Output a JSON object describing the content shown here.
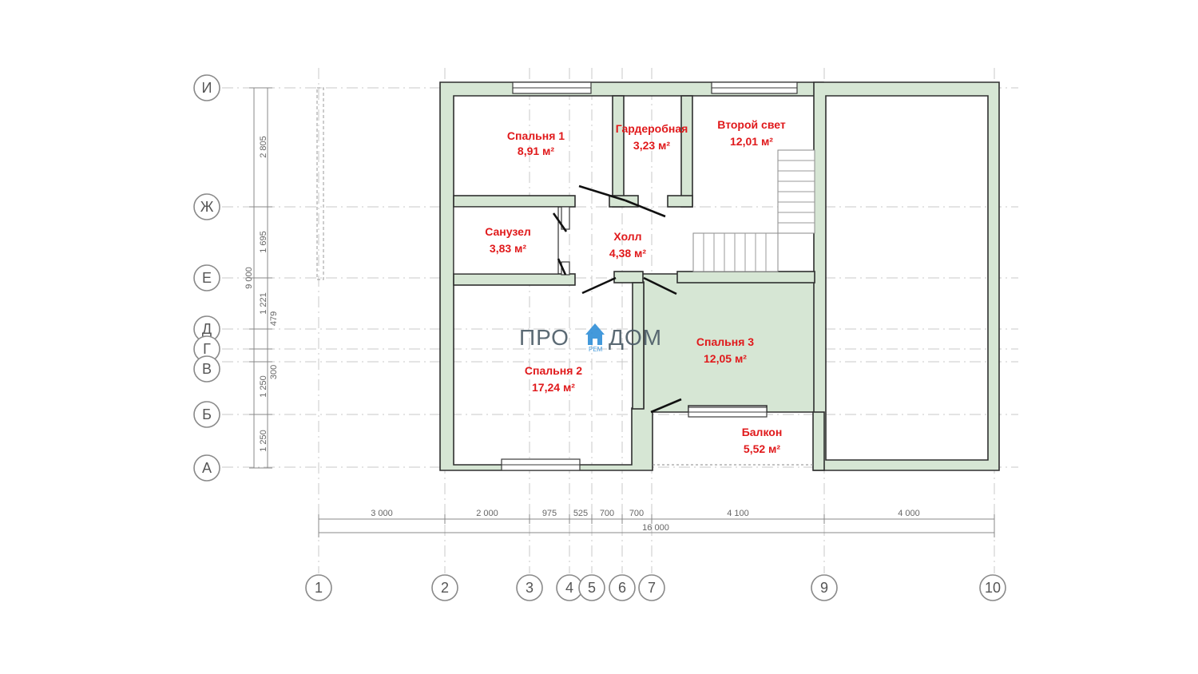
{
  "grid": {
    "rows": [
      {
        "label": "И"
      },
      {
        "label": "Ж"
      },
      {
        "label": "Е"
      },
      {
        "label": "Д"
      },
      {
        "label": "Г"
      },
      {
        "label": "В"
      },
      {
        "label": "Б"
      },
      {
        "label": "А"
      }
    ],
    "columns": [
      {
        "label": "1"
      },
      {
        "label": "2"
      },
      {
        "label": "3"
      },
      {
        "label": "4"
      },
      {
        "label": "5"
      },
      {
        "label": "6"
      },
      {
        "label": "7"
      },
      {
        "label": "9"
      },
      {
        "label": "10"
      }
    ]
  },
  "rooms": [
    {
      "name": "Спальня 1",
      "area": "8,91 м²"
    },
    {
      "name": "Гардеробная",
      "area": "3,23 м²"
    },
    {
      "name": "Второй свет",
      "area": "12,01 м²"
    },
    {
      "name": "Санузел",
      "area": "3,83 м²"
    },
    {
      "name": "Холл",
      "area": "4,38 м²"
    },
    {
      "name": "Спальня 3",
      "area": "12,05 м²"
    },
    {
      "name": "Спальня 2",
      "area": "17,24 м²"
    },
    {
      "name": "Балкон",
      "area": "5,52 м²"
    }
  ],
  "dimensions": {
    "horizontal": [
      "3 000",
      "2 000",
      "975",
      "525",
      "700",
      "700",
      "4 100",
      "4 000"
    ],
    "horizontal_total": "16 000",
    "vertical": [
      "2 805",
      "1 695",
      "1 221",
      "479",
      "1 250",
      "300",
      "1 250"
    ],
    "vertical_total": "9 000"
  },
  "logo": {
    "left": "ПРО",
    "right": "ДОМ",
    "sub": "РЕМ"
  },
  "colors": {
    "wall_fill": "#d6e6d4",
    "room_label": "#e0191b",
    "logo_house": "#2f8fd8"
  }
}
